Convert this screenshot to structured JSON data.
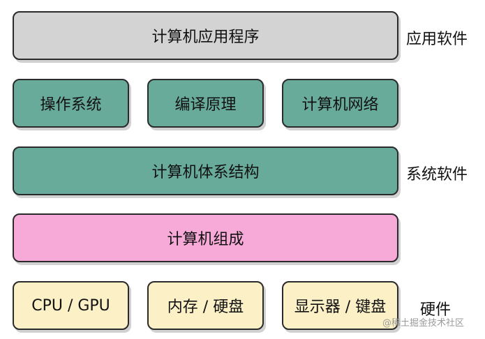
{
  "colors": {
    "application": "#d3d3d3",
    "system": "#69ab9a",
    "organization": "#f7a9d8",
    "hardware": "#fcf0c6"
  },
  "layers": {
    "application": {
      "box": "计算机应用程序",
      "side_label": "应用软件"
    },
    "system_row": [
      "操作系统",
      "编译原理",
      "计算机网络"
    ],
    "architecture": {
      "box": "计算机体系结构",
      "side_label": "系统软件"
    },
    "organization": {
      "box": "计算机组成"
    },
    "hardware": {
      "items": [
        "CPU / GPU",
        "内存 / 硬盘",
        "显示器 / 键盘"
      ],
      "side_label": "硬件"
    }
  },
  "watermark": "@稀土掘金技术社区"
}
